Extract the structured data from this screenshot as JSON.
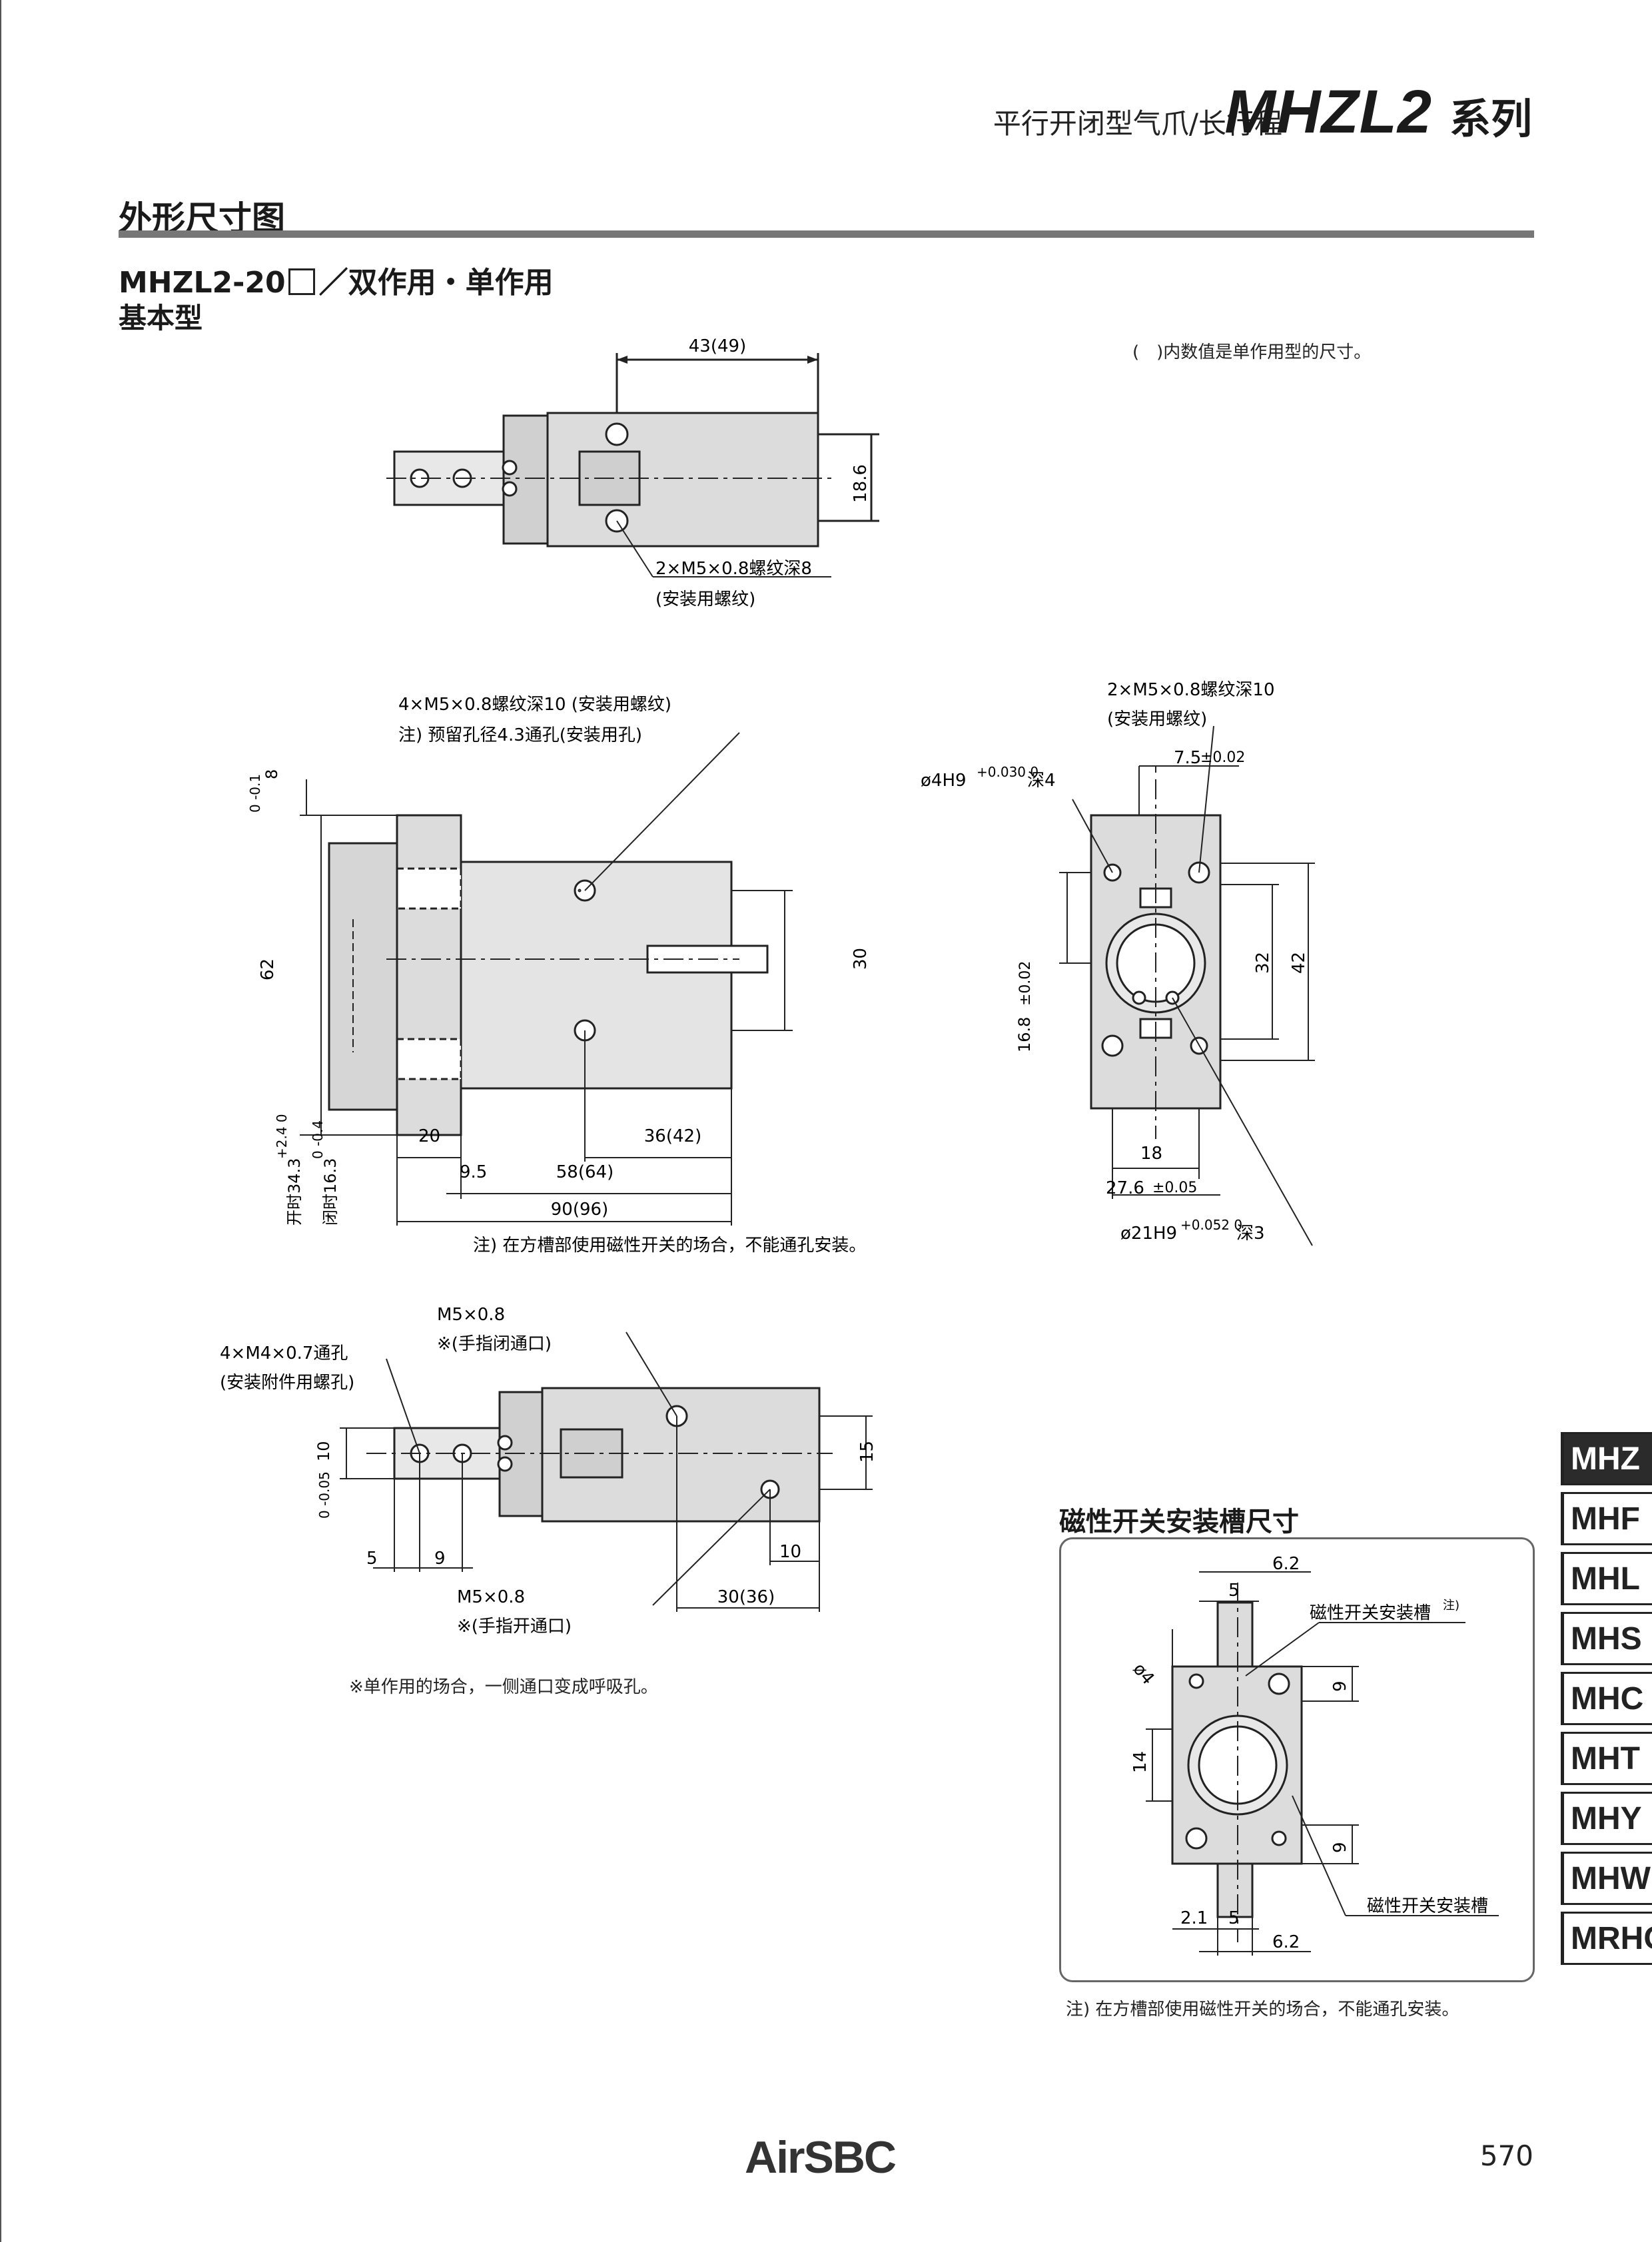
{
  "header": {
    "subtitle": "平行开闭型气爪/长行程",
    "series_model": "MHZL2",
    "series_suffix": "系列"
  },
  "section": {
    "title": "外形尺寸图",
    "model_prefix": "MHZL2-20",
    "model_desc": "／双作用・单作用",
    "subtype": "基本型",
    "paren_note": "(　)内数值是单作用型的尺寸。"
  },
  "top_view": {
    "dim_43": "43(49)",
    "dim_18_6": "18.6",
    "thread_label": "2×M5×0.8螺纹深8",
    "thread_note": "(安装用螺纹)"
  },
  "front_view": {
    "thread_label": "4×M5×0.8螺纹深10 (安装用螺纹)",
    "thread_note": "注) 预留孔径4.3通孔(安装用孔)",
    "dim_8": "8",
    "dim_8_tol": "0 -0.1",
    "dim_62": "62",
    "dim_30": "30",
    "dim_20": "20",
    "dim_36": "36(42)",
    "dim_9_5": "9.5",
    "dim_58": "58(64)",
    "dim_90": "90(96)",
    "open_label": "开时34.3",
    "open_tol": "+2.4 0",
    "close_label": "闭时16.3",
    "close_tol": "0 -0.4",
    "slot_note": "注) 在方槽部使用磁性开关的场合，不能通孔安装。"
  },
  "side_view": {
    "thread_label": "2×M5×0.8螺纹深10",
    "thread_note": "(安装用螺纹)",
    "dim_7_5": "7.5",
    "dim_7_5_tol": "±0.02",
    "hole_4": "ø4H9",
    "hole_4_tol": "+0.030 0",
    "hole_4_depth": "深4",
    "dim_16_8": "16.8",
    "dim_16_8_tol": "±0.02",
    "dim_32": "32",
    "dim_42": "42",
    "dim_18": "18",
    "dim_27_6": "27.6",
    "dim_27_6_tol": "±0.05",
    "hole_21": "ø21H9",
    "hole_21_tol": "+0.052 0",
    "hole_21_depth": "深3"
  },
  "bottom_view": {
    "port_close_label": "M5×0.8",
    "port_close_note": "※(手指闭通口)",
    "thread_label": "4×M4×0.7通孔",
    "thread_note": "(安装附件用螺孔)",
    "dim_15": "15",
    "dim_10": "10",
    "dim_10_tol": "0 -0.05",
    "dim_5": "5",
    "dim_9": "9",
    "dim_10b": "10",
    "port_open_label": "M5×0.8",
    "port_open_note": "※(手指开通口)",
    "dim_30": "30(36)",
    "single_note": "※单作用的场合，一侧通口变成呼吸孔。"
  },
  "switch_slot": {
    "title": "磁性开关安装槽尺寸",
    "dim_6_2_top": "6.2",
    "dim_5_top": "5",
    "slot_label_top": "磁性开关安装槽",
    "slot_label_top_note": "注)",
    "dim_phi4": "ø4",
    "dim_9_top": "9",
    "dim_14": "14",
    "dim_9_bottom": "9",
    "dim_2_1": "2.1",
    "dim_5_bottom": "5",
    "dim_6_2_bottom": "6.2",
    "slot_label_bottom": "磁性开关安装槽",
    "note": "注) 在方槽部使用磁性开关的场合，不能通孔安装。"
  },
  "tabs": [
    {
      "label": "MHZ",
      "active": true
    },
    {
      "label": "MHF",
      "active": false
    },
    {
      "label": "MHL",
      "active": false
    },
    {
      "label": "MHS",
      "active": false
    },
    {
      "label": "MHC",
      "active": false
    },
    {
      "label": "MHT",
      "active": false
    },
    {
      "label": "MHY",
      "active": false
    },
    {
      "label": "MHW",
      "active": false
    },
    {
      "label": "MRHQ",
      "active": false
    }
  ],
  "footer": {
    "logo": "AirSBC",
    "page": "570"
  }
}
